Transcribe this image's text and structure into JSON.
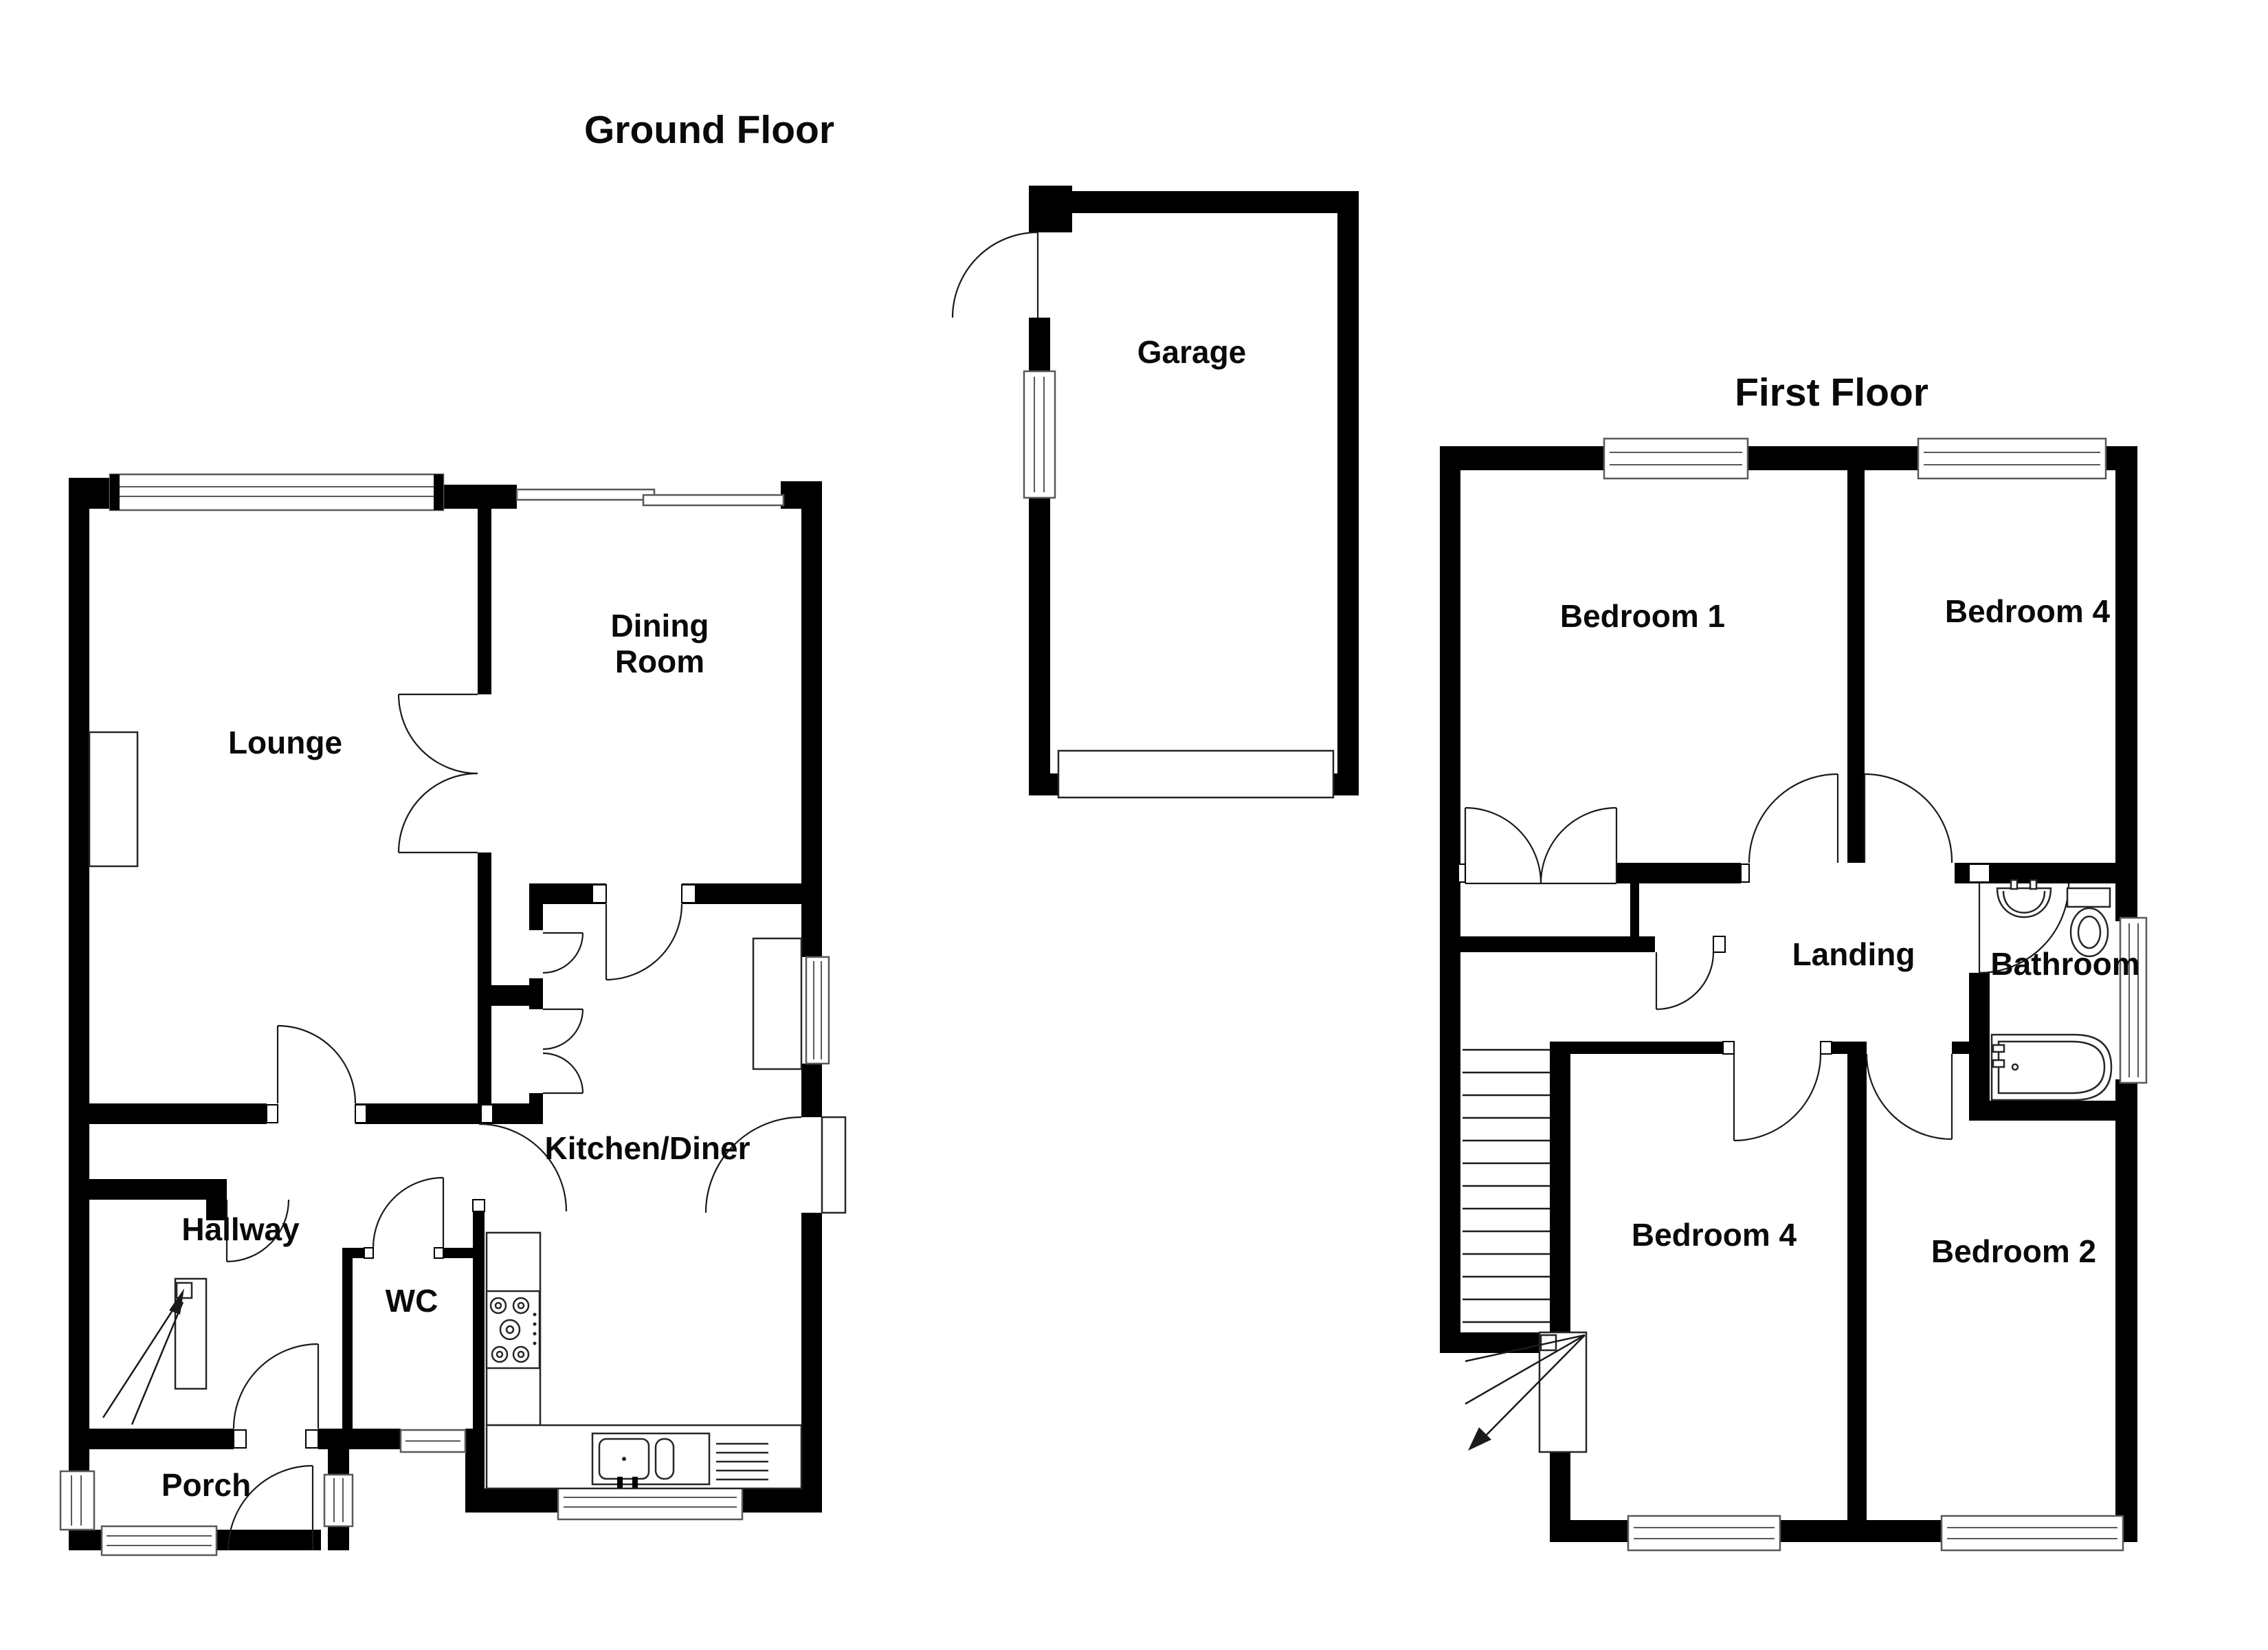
{
  "document_type": "floor-plan",
  "titles": {
    "ground_floor": "Ground Floor",
    "first_floor": "First Floor"
  },
  "ground_floor": {
    "lounge": "Lounge",
    "dining_line1": "Dining",
    "dining_line2": "Room",
    "kitchen_diner": "Kitchen/Diner",
    "hallway": "Hallway",
    "wc": "WC",
    "porch": "Porch"
  },
  "garage": {
    "label": "Garage"
  },
  "first_floor": {
    "bedroom_1": "Bedroom 1",
    "bedroom_4_upper": "Bedroom 4",
    "landing": "Landing",
    "bathroom": "Bathroom",
    "bedroom_4_lower": "Bedroom 4",
    "bedroom_2": "Bedroom 2"
  },
  "colors": {
    "wall": "#000000",
    "background": "#ffffff",
    "window_line": "#595959",
    "text": "#0a0a0a"
  }
}
